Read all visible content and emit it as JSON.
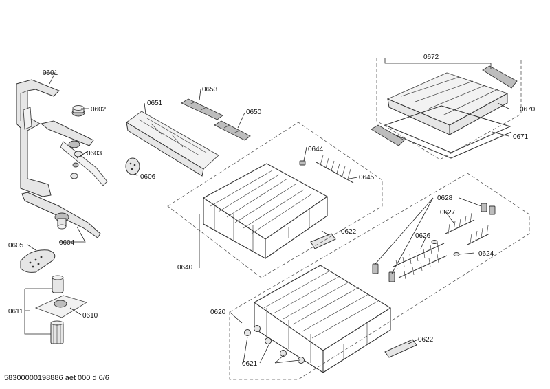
{
  "diagram": {
    "doc_id": "58300000198886 aet 000 d 6/6",
    "callouts": {
      "p0601": "0601",
      "p0602": "0602",
      "p0603": "0603",
      "p0604": "0604",
      "p0605": "0605",
      "p0606": "0606",
      "p0610": "0610",
      "p0611": "0611",
      "p0620": "0620",
      "p0621": "0621",
      "p0622a": "0622",
      "p0622b": "0622",
      "p0624": "0624",
      "p0626": "0626",
      "p0627": "0627",
      "p0628": "0628",
      "p0640": "0640",
      "p0644": "0644",
      "p0645": "0645",
      "p0650": "0650",
      "p0651": "0651",
      "p0653": "0653",
      "p0670": "0670",
      "p0671": "0671",
      "p0672": "0672"
    }
  }
}
